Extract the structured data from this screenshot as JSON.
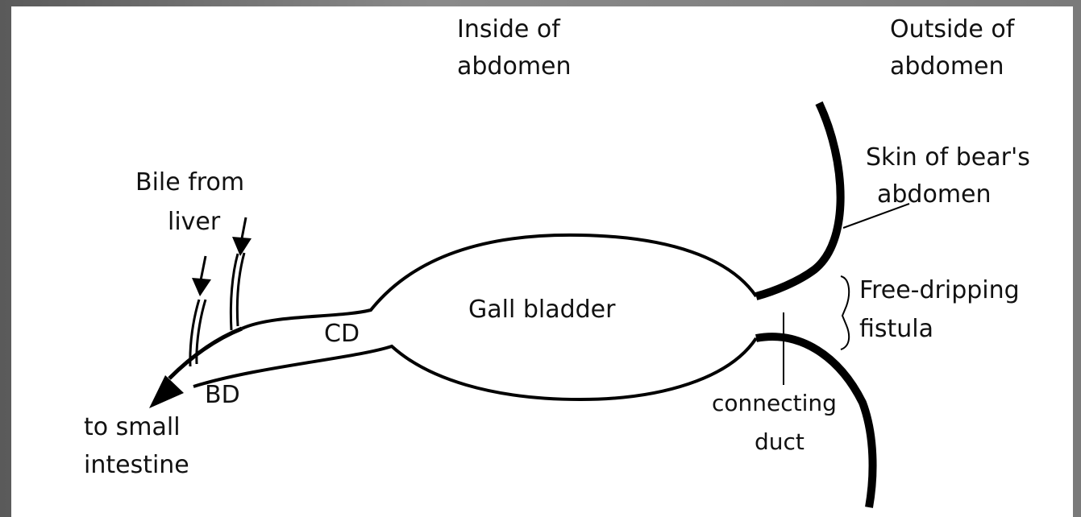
{
  "colors": {
    "frame": "#6e6e6e",
    "background": "#ffffff",
    "ink": "#000000"
  },
  "labels": {
    "inside_abdomen": [
      "Inside of",
      "abdomen"
    ],
    "outside_abdomen": [
      "Outside of",
      "abdomen"
    ],
    "bile_from_liver": [
      "Bile from",
      "liver"
    ],
    "skin": [
      "Skin of bear's",
      "abdomen"
    ],
    "fistula": [
      "Free-dripping",
      "fistula"
    ],
    "gall_bladder": "Gall bladder",
    "cystic_duct": "CD",
    "bile_duct": "BD",
    "connecting_duct": [
      "connecting",
      "duct"
    ],
    "small_intestine": [
      "to small",
      "intestine"
    ]
  }
}
